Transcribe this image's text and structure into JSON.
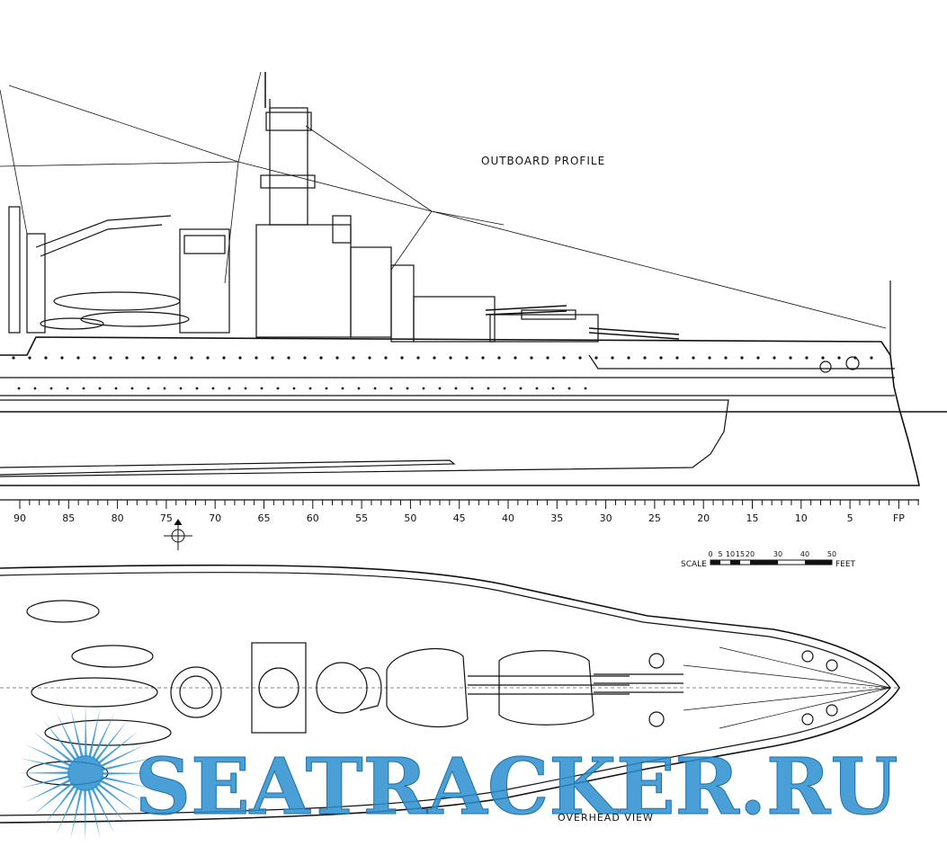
{
  "profile": {
    "title": "OUTBOARD PROFILE"
  },
  "overhead": {
    "title": "OVERHEAD VIEW"
  },
  "station_scale": {
    "labels": [
      "90",
      "85",
      "80",
      "75",
      "70",
      "65",
      "60",
      "55",
      "50",
      "45",
      "40",
      "35",
      "30",
      "25",
      "20",
      "15",
      "10",
      "5",
      "FP"
    ]
  },
  "feet_scale": {
    "caption": "SCALE",
    "unit": "FEET",
    "labels": [
      "0",
      "5",
      "10",
      "15",
      "20",
      "30",
      "40",
      "50"
    ]
  },
  "watermark": {
    "text": "SEATRACKER.RU",
    "color": "#2a8fcf"
  },
  "colors": {
    "ink": "#111111",
    "paper": "#ffffff"
  }
}
